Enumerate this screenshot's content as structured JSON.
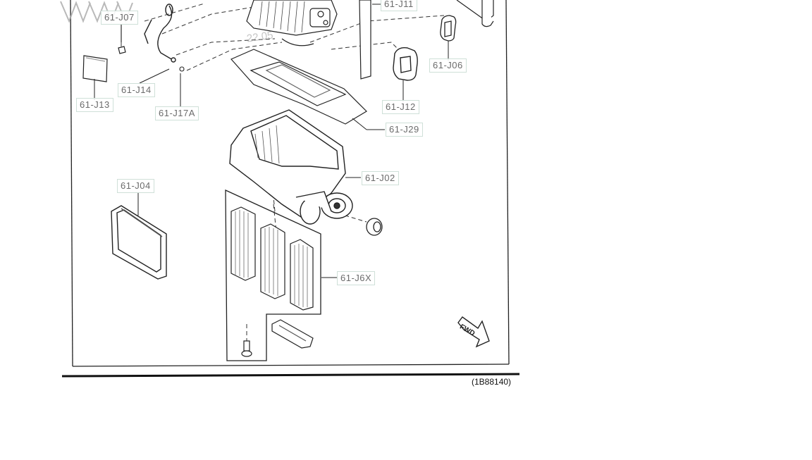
{
  "diagram": {
    "reference_code": "(1B88140)",
    "fwd_arrow_text": "FWD",
    "watermark_fragment": "22.05",
    "part_labels": [
      {
        "id": "j07",
        "text": "61-J07"
      },
      {
        "id": "j11",
        "text": "61-J11"
      },
      {
        "id": "j06",
        "text": "61-J06"
      },
      {
        "id": "j14",
        "text": "61-J14"
      },
      {
        "id": "j13",
        "text": "61-J13"
      },
      {
        "id": "j17a",
        "text": "61-J17A"
      },
      {
        "id": "j12",
        "text": "61-J12"
      },
      {
        "id": "j29",
        "text": "61-J29"
      },
      {
        "id": "j02",
        "text": "61-J02"
      },
      {
        "id": "j04",
        "text": "61-J04"
      },
      {
        "id": "j6x",
        "text": "61-J6X"
      }
    ]
  }
}
